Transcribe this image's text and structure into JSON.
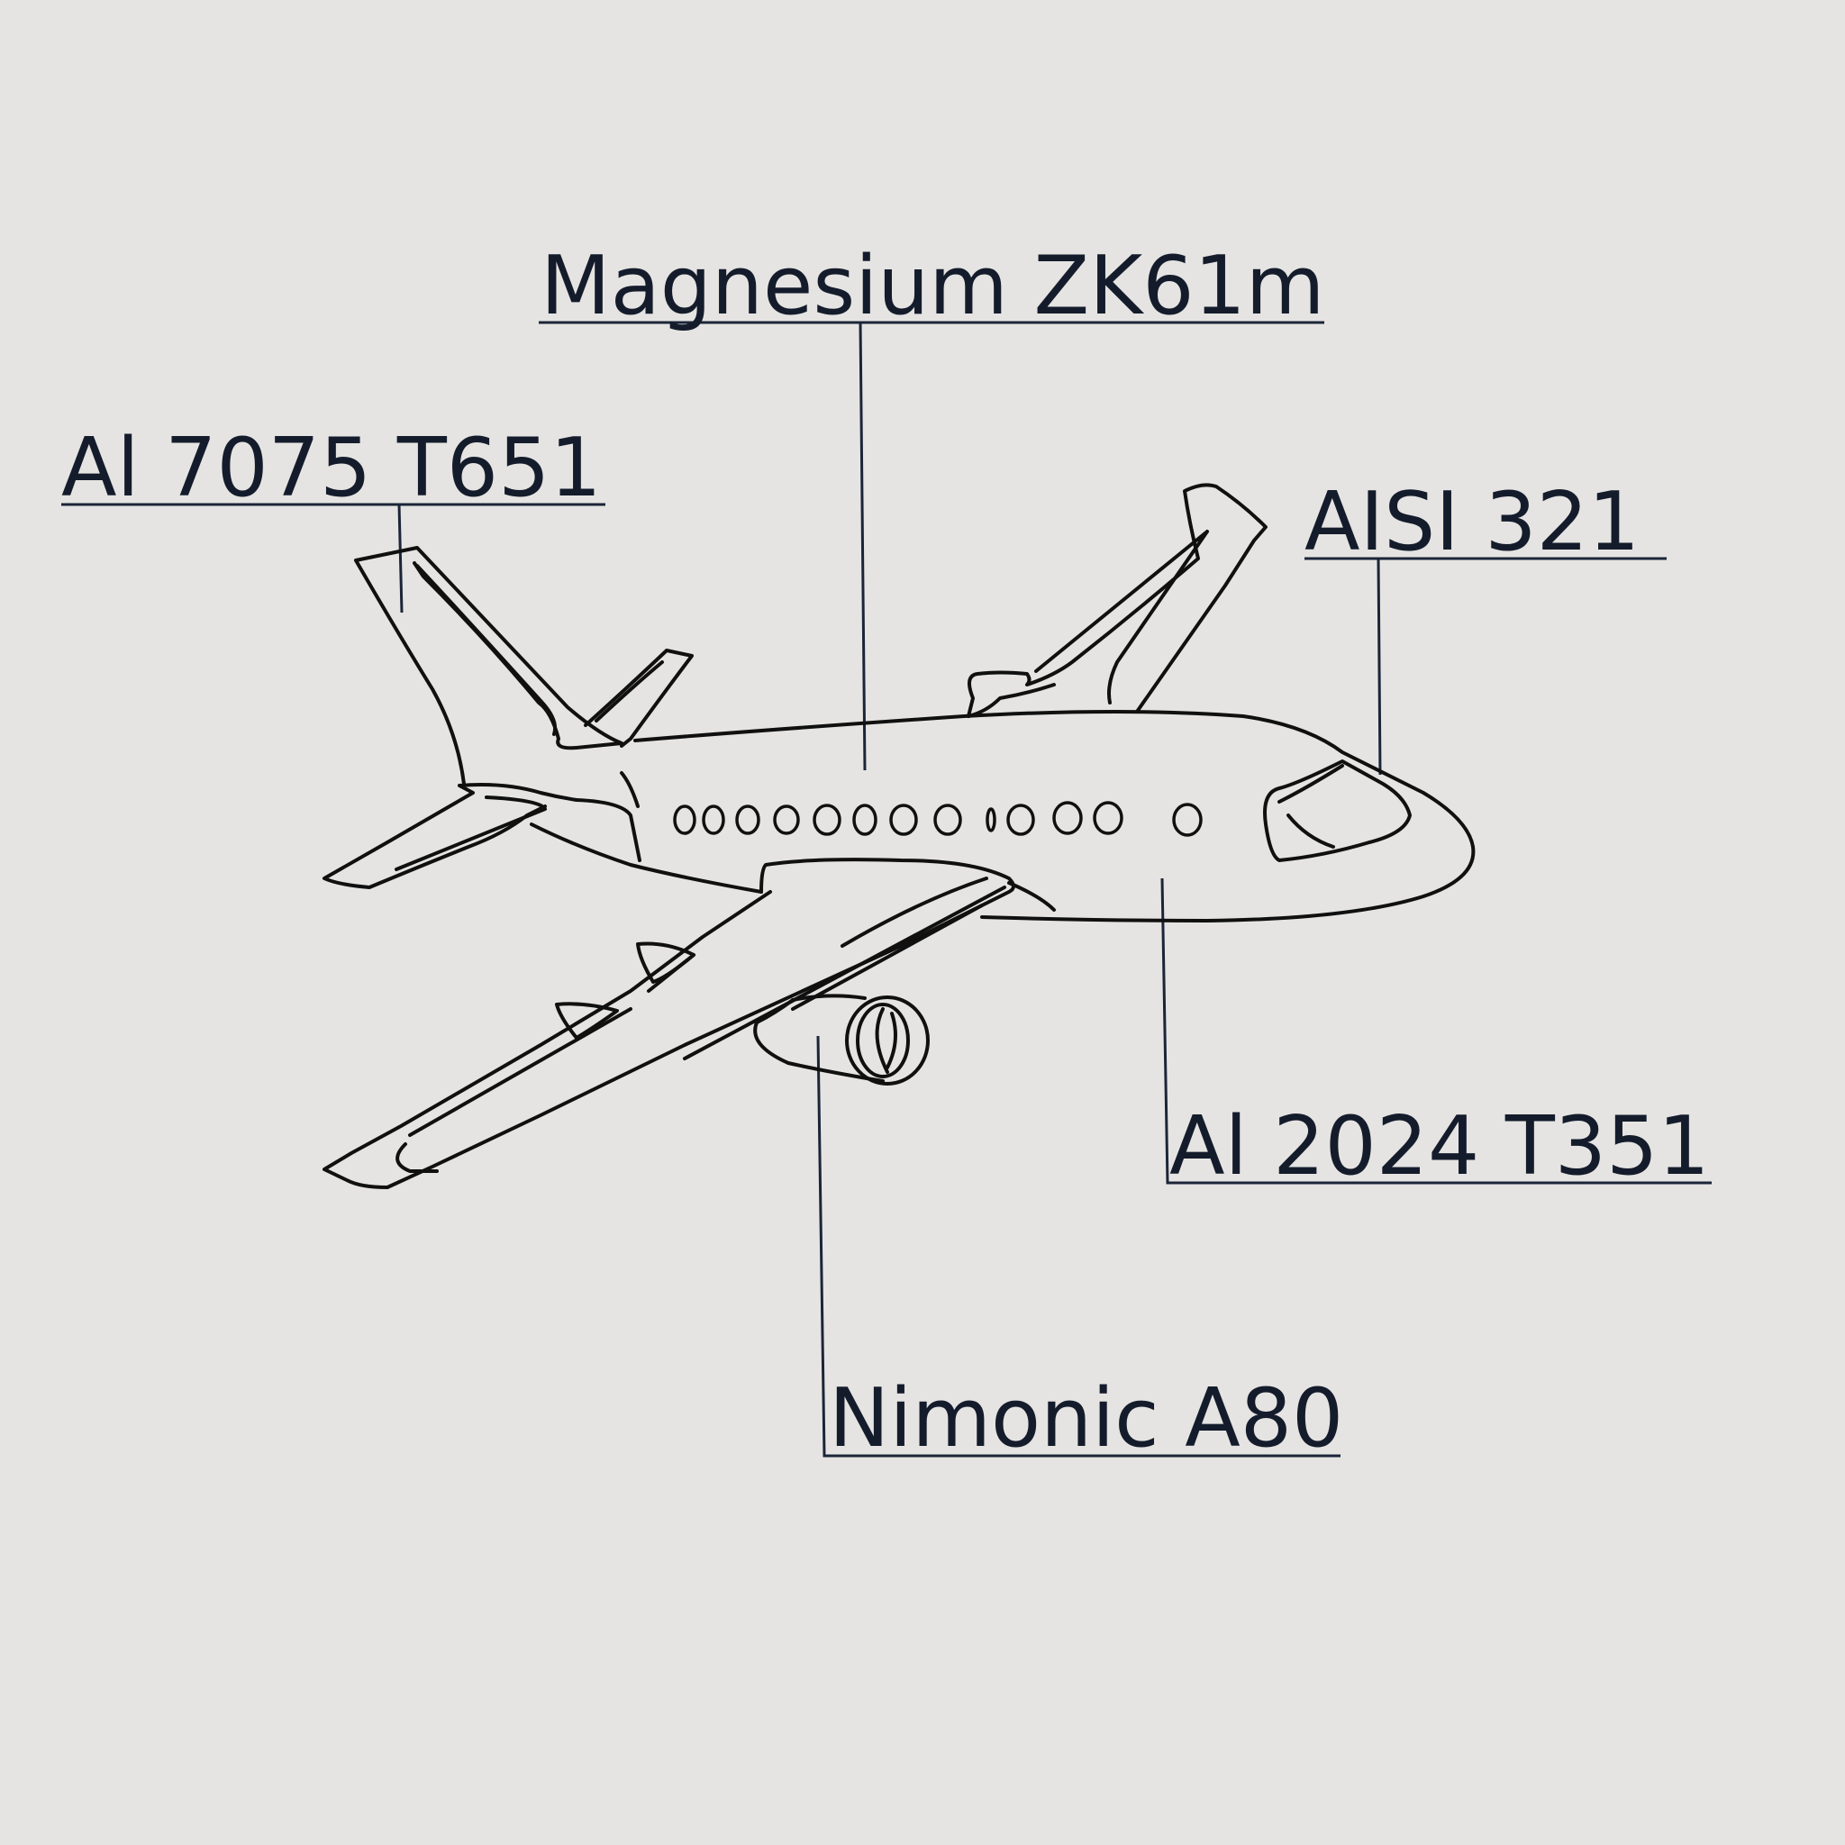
{
  "diagram": {
    "subject": "airplane",
    "colors": {
      "background": "#e5e4e2",
      "label_text": "#141c2c",
      "leader_line": "#1b2538",
      "sketch_stroke": "#101010"
    },
    "labels": {
      "fuselage_frame": "Magnesium ZK61m",
      "tail": "Al 7075 T651",
      "nose": "AISI 321",
      "fuselage_skin": "Al 2024 T351",
      "engine": "Nimonic A80"
    }
  }
}
